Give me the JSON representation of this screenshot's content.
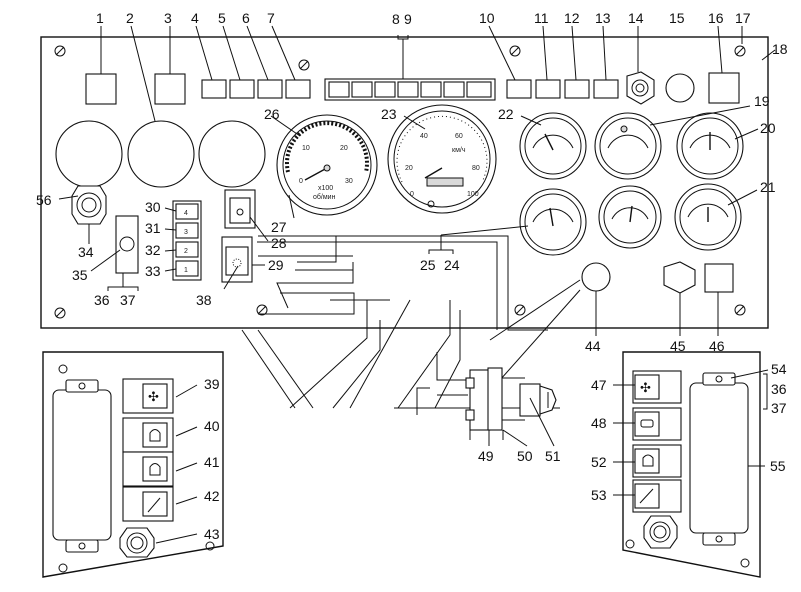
{
  "callouts": [
    "1",
    "2",
    "3",
    "4",
    "5",
    "6",
    "7",
    "8",
    "9",
    "10",
    "11",
    "12",
    "13",
    "14",
    "15",
    "16",
    "17",
    "18",
    "19",
    "20",
    "21",
    "22",
    "23",
    "24",
    "25",
    "26",
    "27",
    "28",
    "29",
    "30",
    "31",
    "32",
    "33",
    "34",
    "35",
    "36",
    "37",
    "38",
    "39",
    "40",
    "41",
    "42",
    "43",
    "44",
    "45",
    "46",
    "47",
    "48",
    "49",
    "50",
    "51",
    "52",
    "53",
    "54",
    "55",
    "56"
  ],
  "gear_positions": [
    "4",
    "3",
    "2",
    "1"
  ],
  "speedometer": {
    "scale": [
      "0",
      "20",
      "40",
      "60",
      "80",
      "100"
    ],
    "unit": "км/ч"
  },
  "tachometer": {
    "scale": [
      "0",
      "10",
      "20",
      "30"
    ],
    "unit_top": "x100",
    "unit_bottom": "об/мин"
  }
}
